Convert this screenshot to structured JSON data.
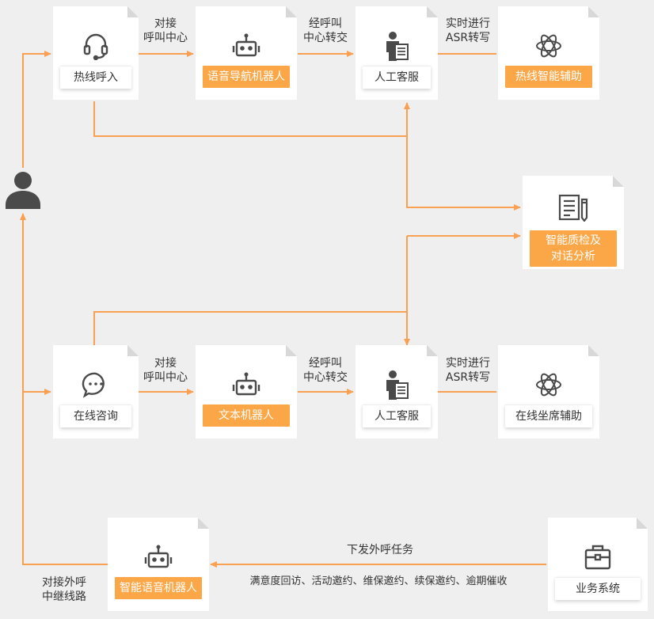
{
  "nodes": {
    "hotline_call": "热线呼入",
    "voice_nav_robot": "语音导航机器人",
    "agent_top": "人工客服",
    "hotline_assist": "热线智能辅助",
    "quality_check": "智能质检及对话分析",
    "online_consult": "在线咨询",
    "text_robot": "文本机器人",
    "agent_bottom": "人工客服",
    "online_seat_assist": "在线坐席辅助",
    "smart_voice_robot": "智能语音机器人",
    "business_system": "业务系统"
  },
  "edges": {
    "top_1": [
      "对接",
      "呼叫中心"
    ],
    "top_2": [
      "经呼叫",
      "中心转交"
    ],
    "top_3": [
      "实时进行",
      "ASR转写"
    ],
    "bottom_1": [
      "对接",
      "呼叫中心"
    ],
    "bottom_2": [
      "经呼叫",
      "中心转交"
    ],
    "bottom_3": [
      "实时进行",
      "ASR转写"
    ],
    "task": "下发外呼任务",
    "task_types": "满意度回访、活动邀约、维保邀约、续保邀约、逾期催收",
    "relay": [
      "对接外呼",
      "中继线路"
    ]
  },
  "colors": {
    "accent": "#fba748",
    "line": "#f9a052",
    "icon": "#4a4a4a",
    "background": "#efefef"
  }
}
